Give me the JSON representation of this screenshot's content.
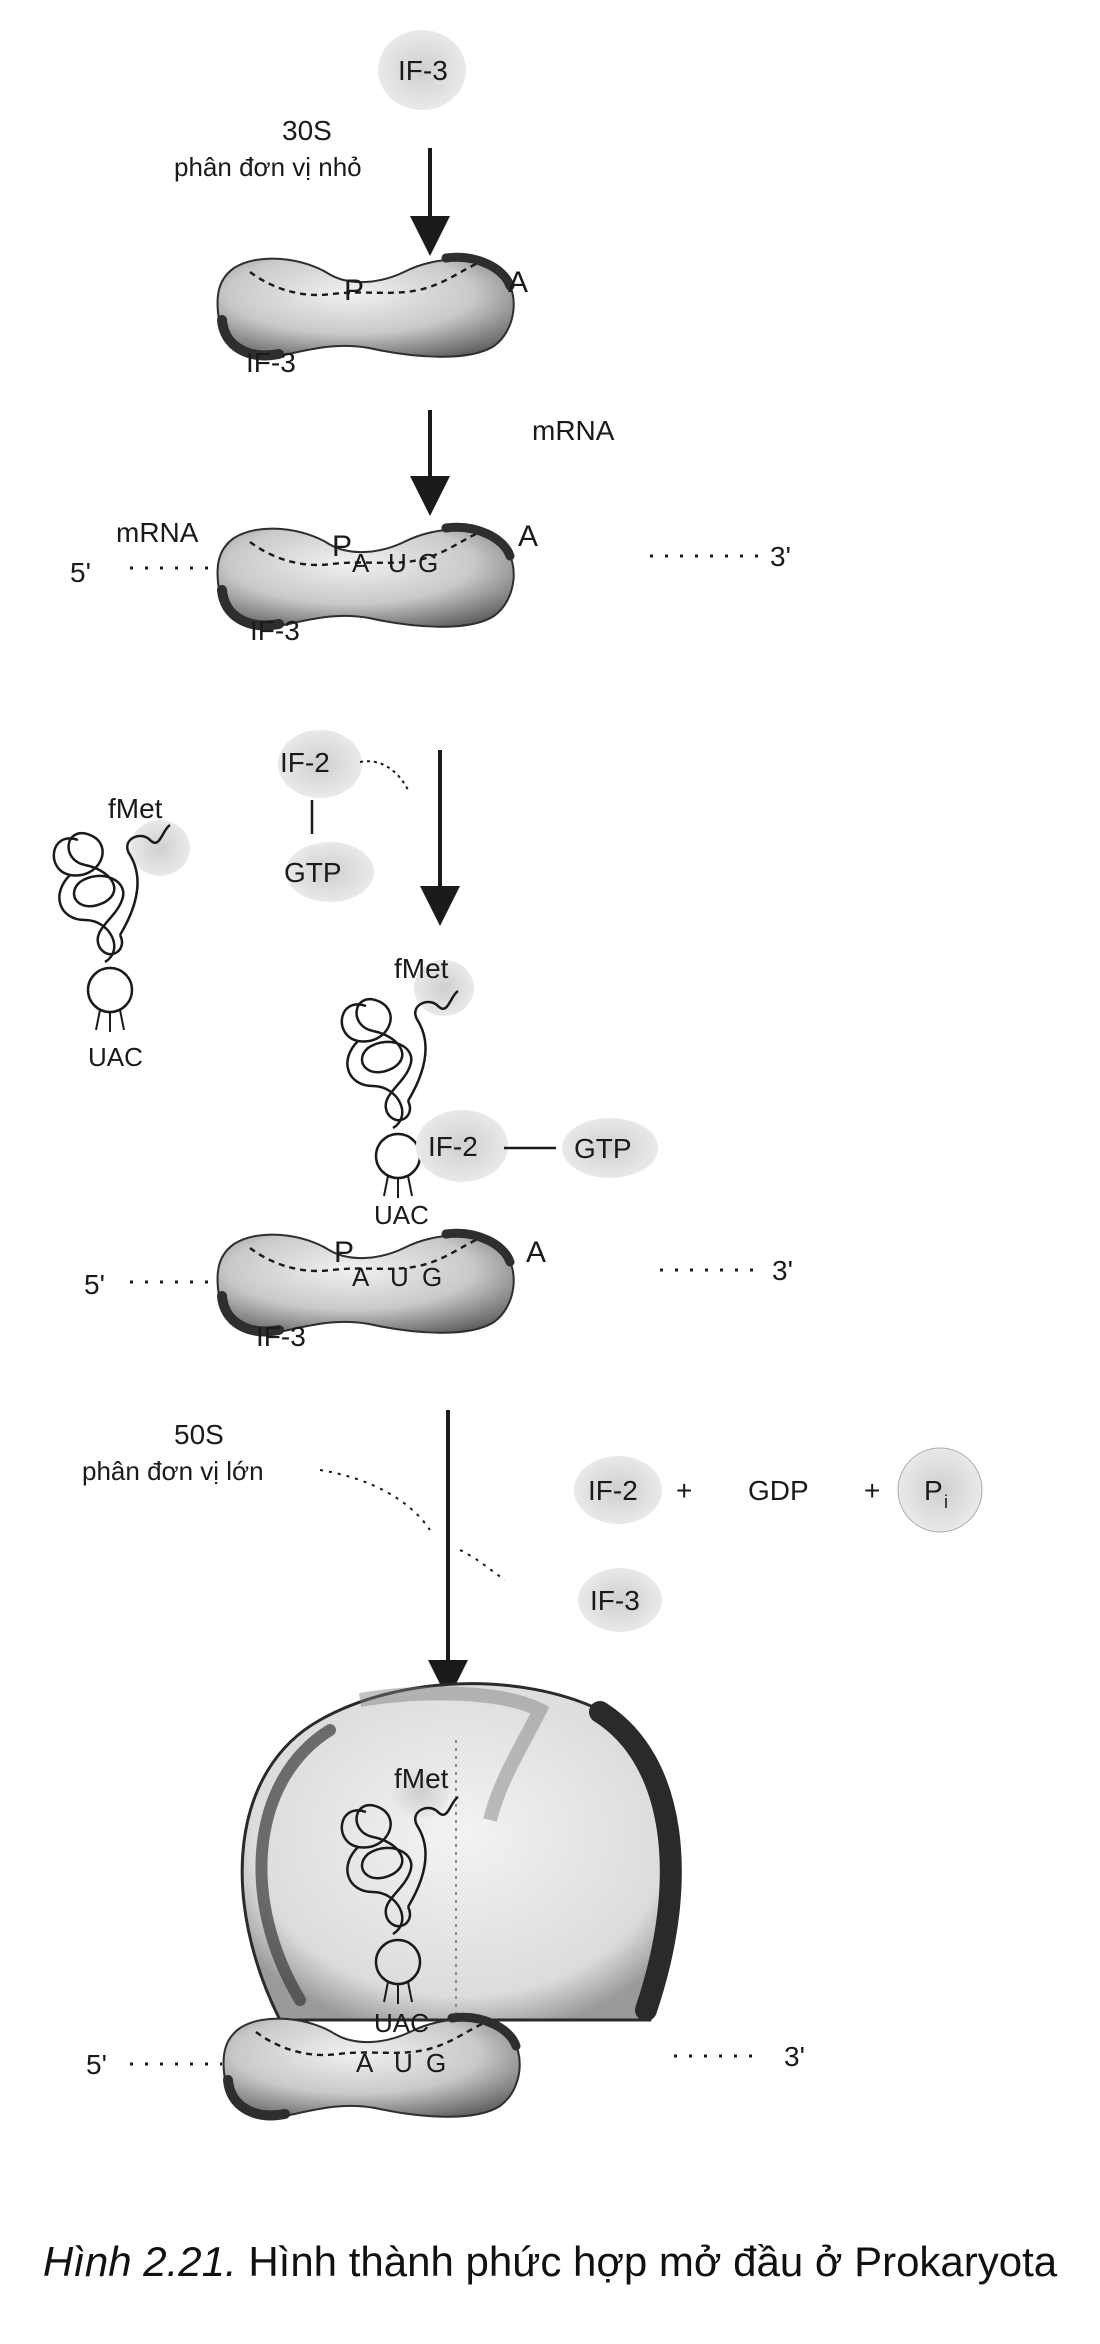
{
  "colors": {
    "ink": "#1a1a1a",
    "dark": "#2e2e2e",
    "grey": "#bdbdbd",
    "light": "#e3e3e3"
  },
  "labels": {
    "if3": "IF-3",
    "s30": "30S",
    "small_subunit": "phân đơn vị nhỏ",
    "p": "P",
    "a": "A",
    "mrna": "mRNA",
    "five": "5'",
    "three": "3'",
    "aug_a": "A",
    "aug_u": "U",
    "aug_g": "G",
    "if2": "IF-2",
    "gtp": "GTP",
    "fmet": "fMet",
    "uac": "UAC",
    "s50": "50S",
    "large_subunit": "phân đơn vị lớn",
    "plus": "+",
    "gdp": "GDP",
    "pi": "P",
    "pi_sub": "i"
  },
  "caption": {
    "number": "Hình 2.21.",
    "text": " Hình thành phức hợp mở đầu ở Prokaryota"
  }
}
